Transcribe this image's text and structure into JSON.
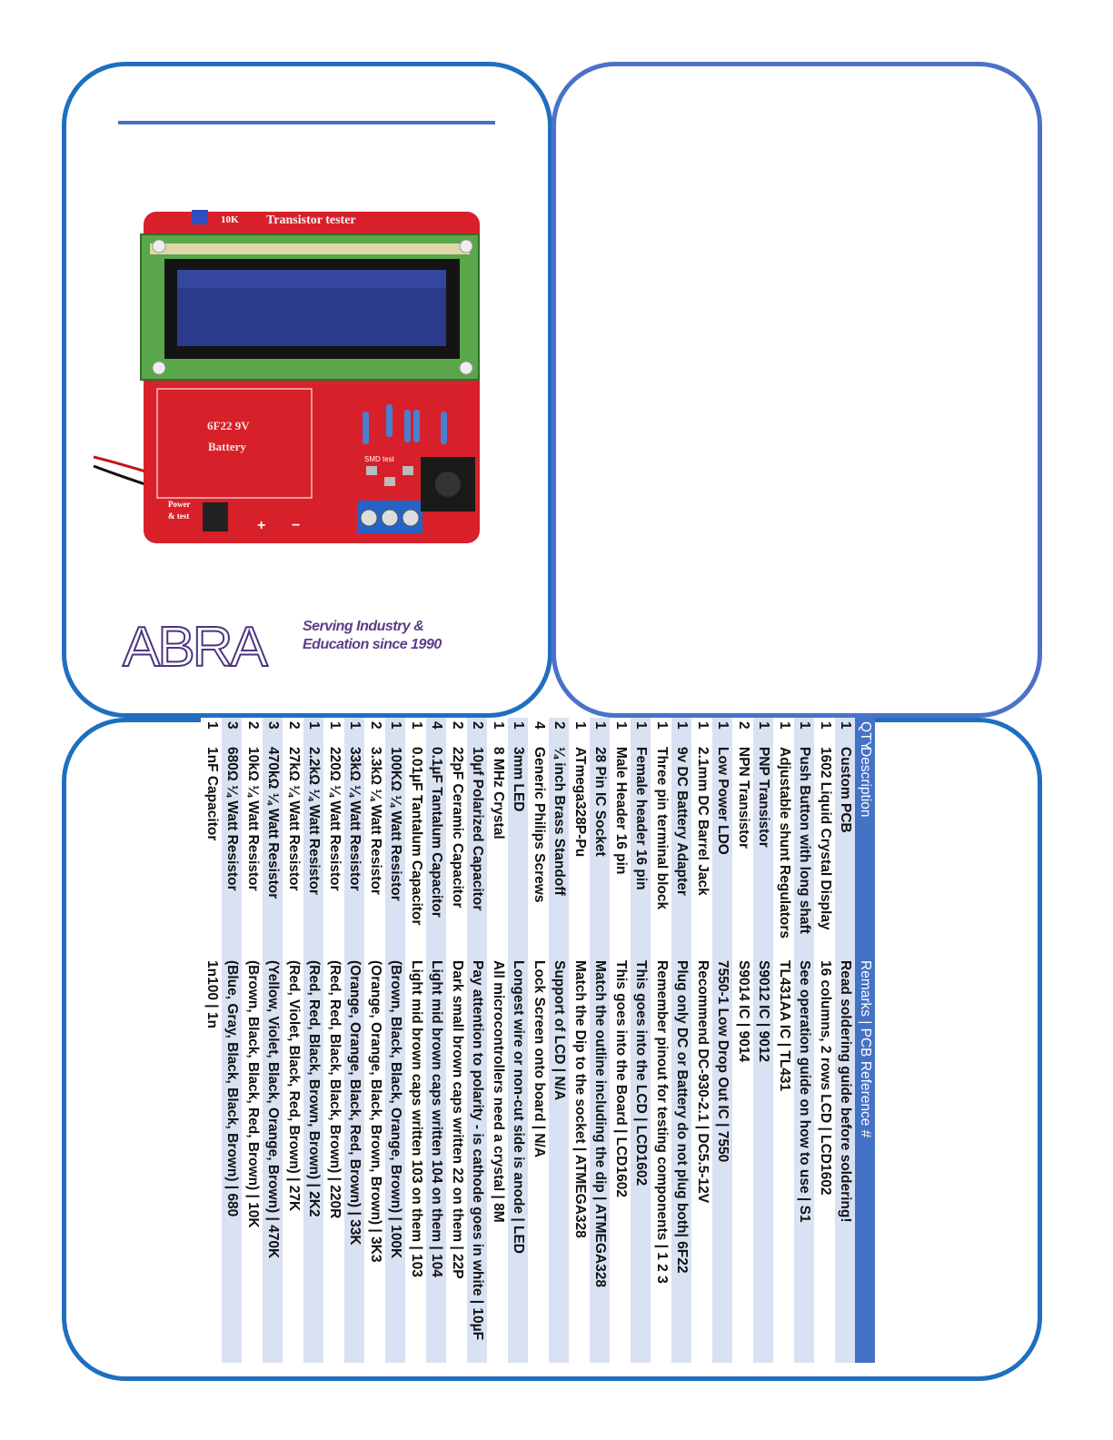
{
  "photo": {
    "pcb_label": "Transistor tester",
    "trimmer_label": "10K",
    "battery_label_1": "6F22 9V",
    "battery_label_2": "Battery",
    "button_label_1": "Power",
    "button_label_2": "& test",
    "smd_label": "SMD test",
    "plus": "+",
    "minus": "−",
    "colors": {
      "pcb": "#d8202a",
      "lcd_frame": "#57a84a",
      "lcd_screen": "#2c3a8c"
    }
  },
  "logo": {
    "name": "ABRA",
    "tagline_1": "Serving Industry &",
    "tagline_2": "Education since 1990",
    "color": "#4a3580"
  },
  "table": {
    "headers": {
      "qty": "QTY",
      "description": "Description",
      "remarks": "Remarks | PCB Reference #"
    },
    "rows": [
      {
        "qty": "1",
        "description": "Custom PCB",
        "remarks": "Read soldering guide before soldering!"
      },
      {
        "qty": "1",
        "description": "1602 Liquid Crystal Display",
        "remarks": "16 columns, 2 rows LCD | LCD1602"
      },
      {
        "qty": "1",
        "description": "Push Button with long shaft",
        "remarks": "See operation guide on how to use | S1"
      },
      {
        "qty": "1",
        "description": "Adjustable shunt Regulators",
        "remarks": "TL431AA IC | TL431"
      },
      {
        "qty": "1",
        "description": "PNP Transistor",
        "remarks": "S9012 IC | 9012"
      },
      {
        "qty": "2",
        "description": "NPN Transistor",
        "remarks": "S9014 IC | 9014"
      },
      {
        "qty": "1",
        "description": "Low Power LDO",
        "remarks": "7550-1 Low Drop Out IC | 7550"
      },
      {
        "qty": "1",
        "description": "2.1mm DC Barrel Jack",
        "remarks": "Recommend DC-930-2.1 | DC5.5-12V"
      },
      {
        "qty": "1",
        "description": "9v DC Battery Adapter",
        "remarks": "Plug only DC or Battery do not plug both| 6F22"
      },
      {
        "qty": "1",
        "description": "Three pin terminal block",
        "remarks": "Remember pinout for testing components | 1 2 3"
      },
      {
        "qty": "1",
        "description": "Female header 16 pin",
        "remarks": "This goes into the LCD | LCD1602"
      },
      {
        "qty": "1",
        "description": "Male Header 16 pin",
        "remarks": "This goes into the Board | LCD1602"
      },
      {
        "qty": "1",
        "description": "28 Pin IC Socket",
        "remarks": "Match the outline including the dip | ATMEGA328"
      },
      {
        "qty": "1",
        "description": "ATmega328P-Pu",
        "remarks": "Match the Dip to the socket | ATMEGA328"
      },
      {
        "qty": "2",
        "description": "¼ inch Brass Standoff",
        "remarks": "Support of LCD | N/A"
      },
      {
        "qty": "4",
        "description": "Generic Philips Screws",
        "remarks": "Lock Screen onto board | N/A"
      },
      {
        "qty": "1",
        "description": "3mm LED",
        "remarks": "Longest wire or non-cut side is anode | LED"
      },
      {
        "qty": "1",
        "description": "8 MHz Crystal",
        "remarks": "All microcontrollers need a crystal | 8M"
      },
      {
        "qty": "2",
        "description": "10µf Polarized Capacitor",
        "remarks": "Pay attention to polarity - is cathode goes in white | 10µF"
      },
      {
        "qty": "2",
        "description": "22pF Ceramic Capacitor",
        "remarks": "Dark small brown caps written 22 on them | 22P"
      },
      {
        "qty": "4",
        "description": "0.1µF Tantalum Capacitor",
        "remarks": "Light mid brown caps written 104 on them | 104"
      },
      {
        "qty": "1",
        "description": "0.01µF Tantalum Capacitor",
        "remarks": "Light mid brown caps written 103 on them | 103"
      },
      {
        "qty": "1",
        "description": "100KΩ ¼ Watt Resistor",
        "remarks": "(Brown, Black, Black, Orange, Brown) | 100K"
      },
      {
        "qty": "2",
        "description": "3.3kΩ ¼ Watt Resistor",
        "remarks": "(Orange, Orange, Black, Brown, Brown) | 3K3"
      },
      {
        "qty": "1",
        "description": "33kΩ ¼ Watt Resistor",
        "remarks": "(Orange, Orange, Black, Red, Brown) | 33K"
      },
      {
        "qty": "1",
        "description": "220Ω ¼ Watt Resistor",
        "remarks": "(Red, Red, Black, Black, Brown) | 220R"
      },
      {
        "qty": "1",
        "description": "2.2kΩ ¼ Watt Resistor",
        "remarks": "(Red, Red, Black, Brown, Brown) | 2K2"
      },
      {
        "qty": "2",
        "description": "27kΩ ¼ Watt Resistor",
        "remarks": "(Red, Violet, Black, Red, Brown) | 27K"
      },
      {
        "qty": "3",
        "description": "470kΩ ¼ Watt Resistor",
        "remarks": "(Yellow, Violet, Black, Orange, Brown) | 470K"
      },
      {
        "qty": "2",
        "description": "10kΩ ¼ Watt Resistor",
        "remarks": "(Brown, Black, Black, Red, Brown) | 10K"
      },
      {
        "qty": "3",
        "description": "680Ω ¼ Watt Resistor",
        "remarks": "(Blue, Gray, Black, Black, Brown) | 680"
      },
      {
        "qty": "1",
        "description": "1nF Capacitor",
        "remarks": "1n100 | 1n"
      }
    ]
  }
}
